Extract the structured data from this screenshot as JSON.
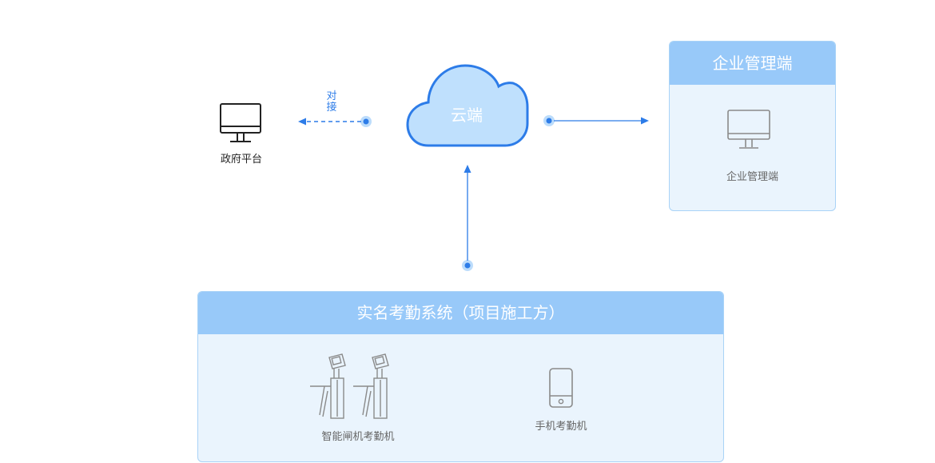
{
  "diagram": {
    "gov_platform": {
      "label": "政府平台",
      "icon": "monitor-icon"
    },
    "connect_label": "对接",
    "cloud": {
      "label": "云端",
      "icon": "cloud-icon"
    },
    "enterprise": {
      "title": "企业管理端",
      "item_label": "企业管理端",
      "icon": "monitor-icon"
    },
    "attendance_system": {
      "title": "实名考勤系统（项目施工方）",
      "items": [
        {
          "label": "智能闸机考勤机",
          "icon": "turnstile-icon"
        },
        {
          "label": "手机考勤机",
          "icon": "phone-icon"
        }
      ]
    },
    "colors": {
      "accent": "#2d7ce8",
      "panel_header": "#98c9f9",
      "panel_body": "#eaf4fd",
      "cloud_fill": "#bfe0fd"
    }
  }
}
